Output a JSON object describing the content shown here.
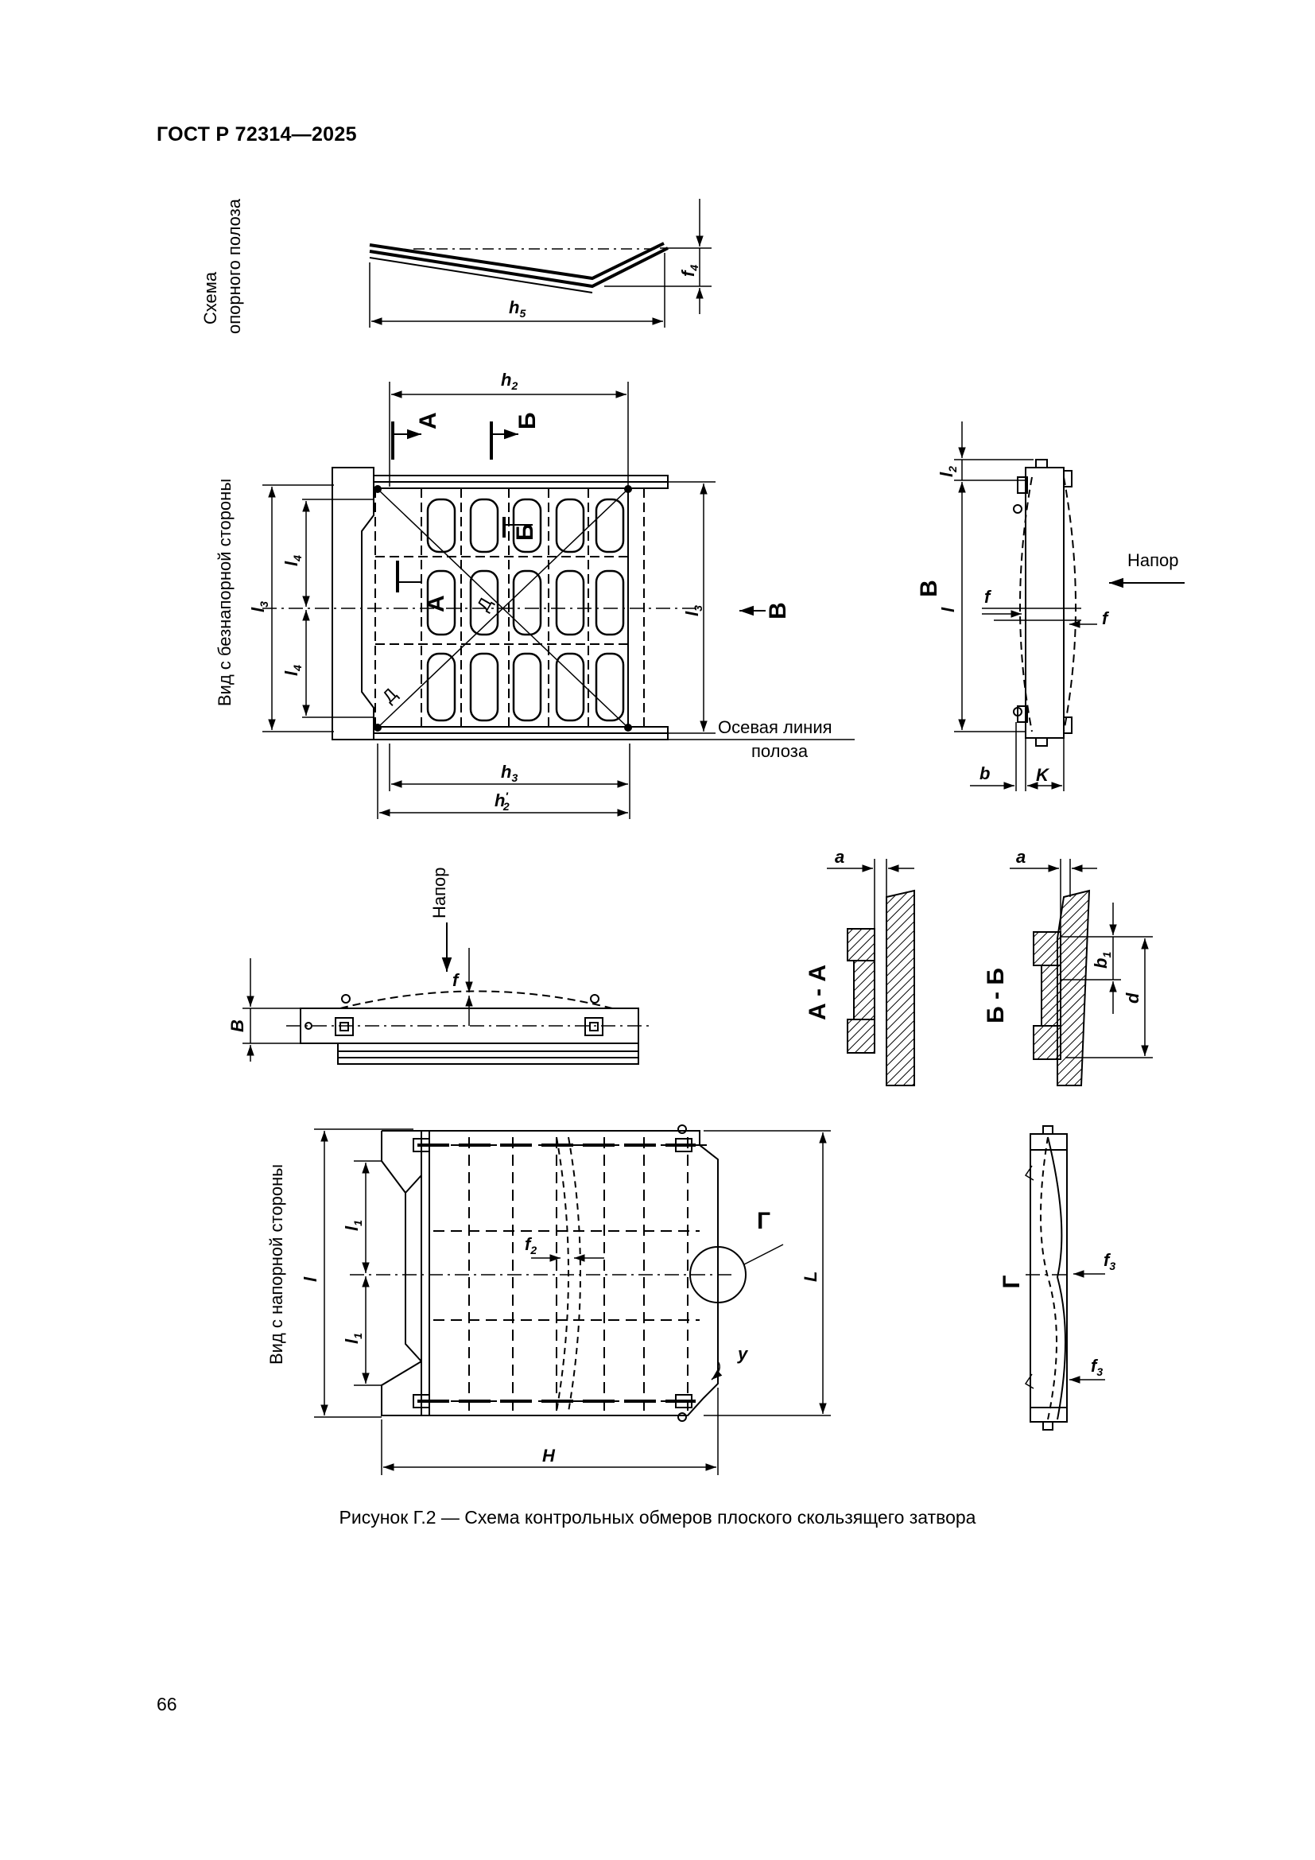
{
  "header": {
    "title": "ГОСТ Р 72314—2025"
  },
  "figure": {
    "caption": "Рисунок Г.2 — Схема контрольных обмеров плоского скользящего затвора",
    "labels": {
      "support_scheme_line1": "Схема",
      "support_scheme_line2": "опорного полоза",
      "view_tailwater": "Вид с безнапорной стороны",
      "view_headwater": "Вид с напорной стороны",
      "pressure": "Напор",
      "axis_line1": "Осевая линия",
      "axis_line2": "полоза",
      "section_aa": "А - А",
      "section_bb": "Б - Б",
      "mark_a": "А",
      "mark_b": "Б",
      "mark_v": "В",
      "mark_g": "Г",
      "mark_d": "Д",
      "mark_d_upper": "Д",
      "dim_h": "h",
      "dim_l": "l",
      "dim_f": "f",
      "dim_b": "b",
      "dim_K": "K",
      "dim_a": "a",
      "dim_d": "d",
      "dim_B": "B",
      "dim_L": "L",
      "dim_H": "H",
      "dim_y": "y",
      "sub_1": "1",
      "sub_2": "2",
      "sub_3": "3",
      "sub_4": "4",
      "sub_5": "5",
      "prime": "′"
    }
  },
  "page": {
    "number": "66"
  }
}
